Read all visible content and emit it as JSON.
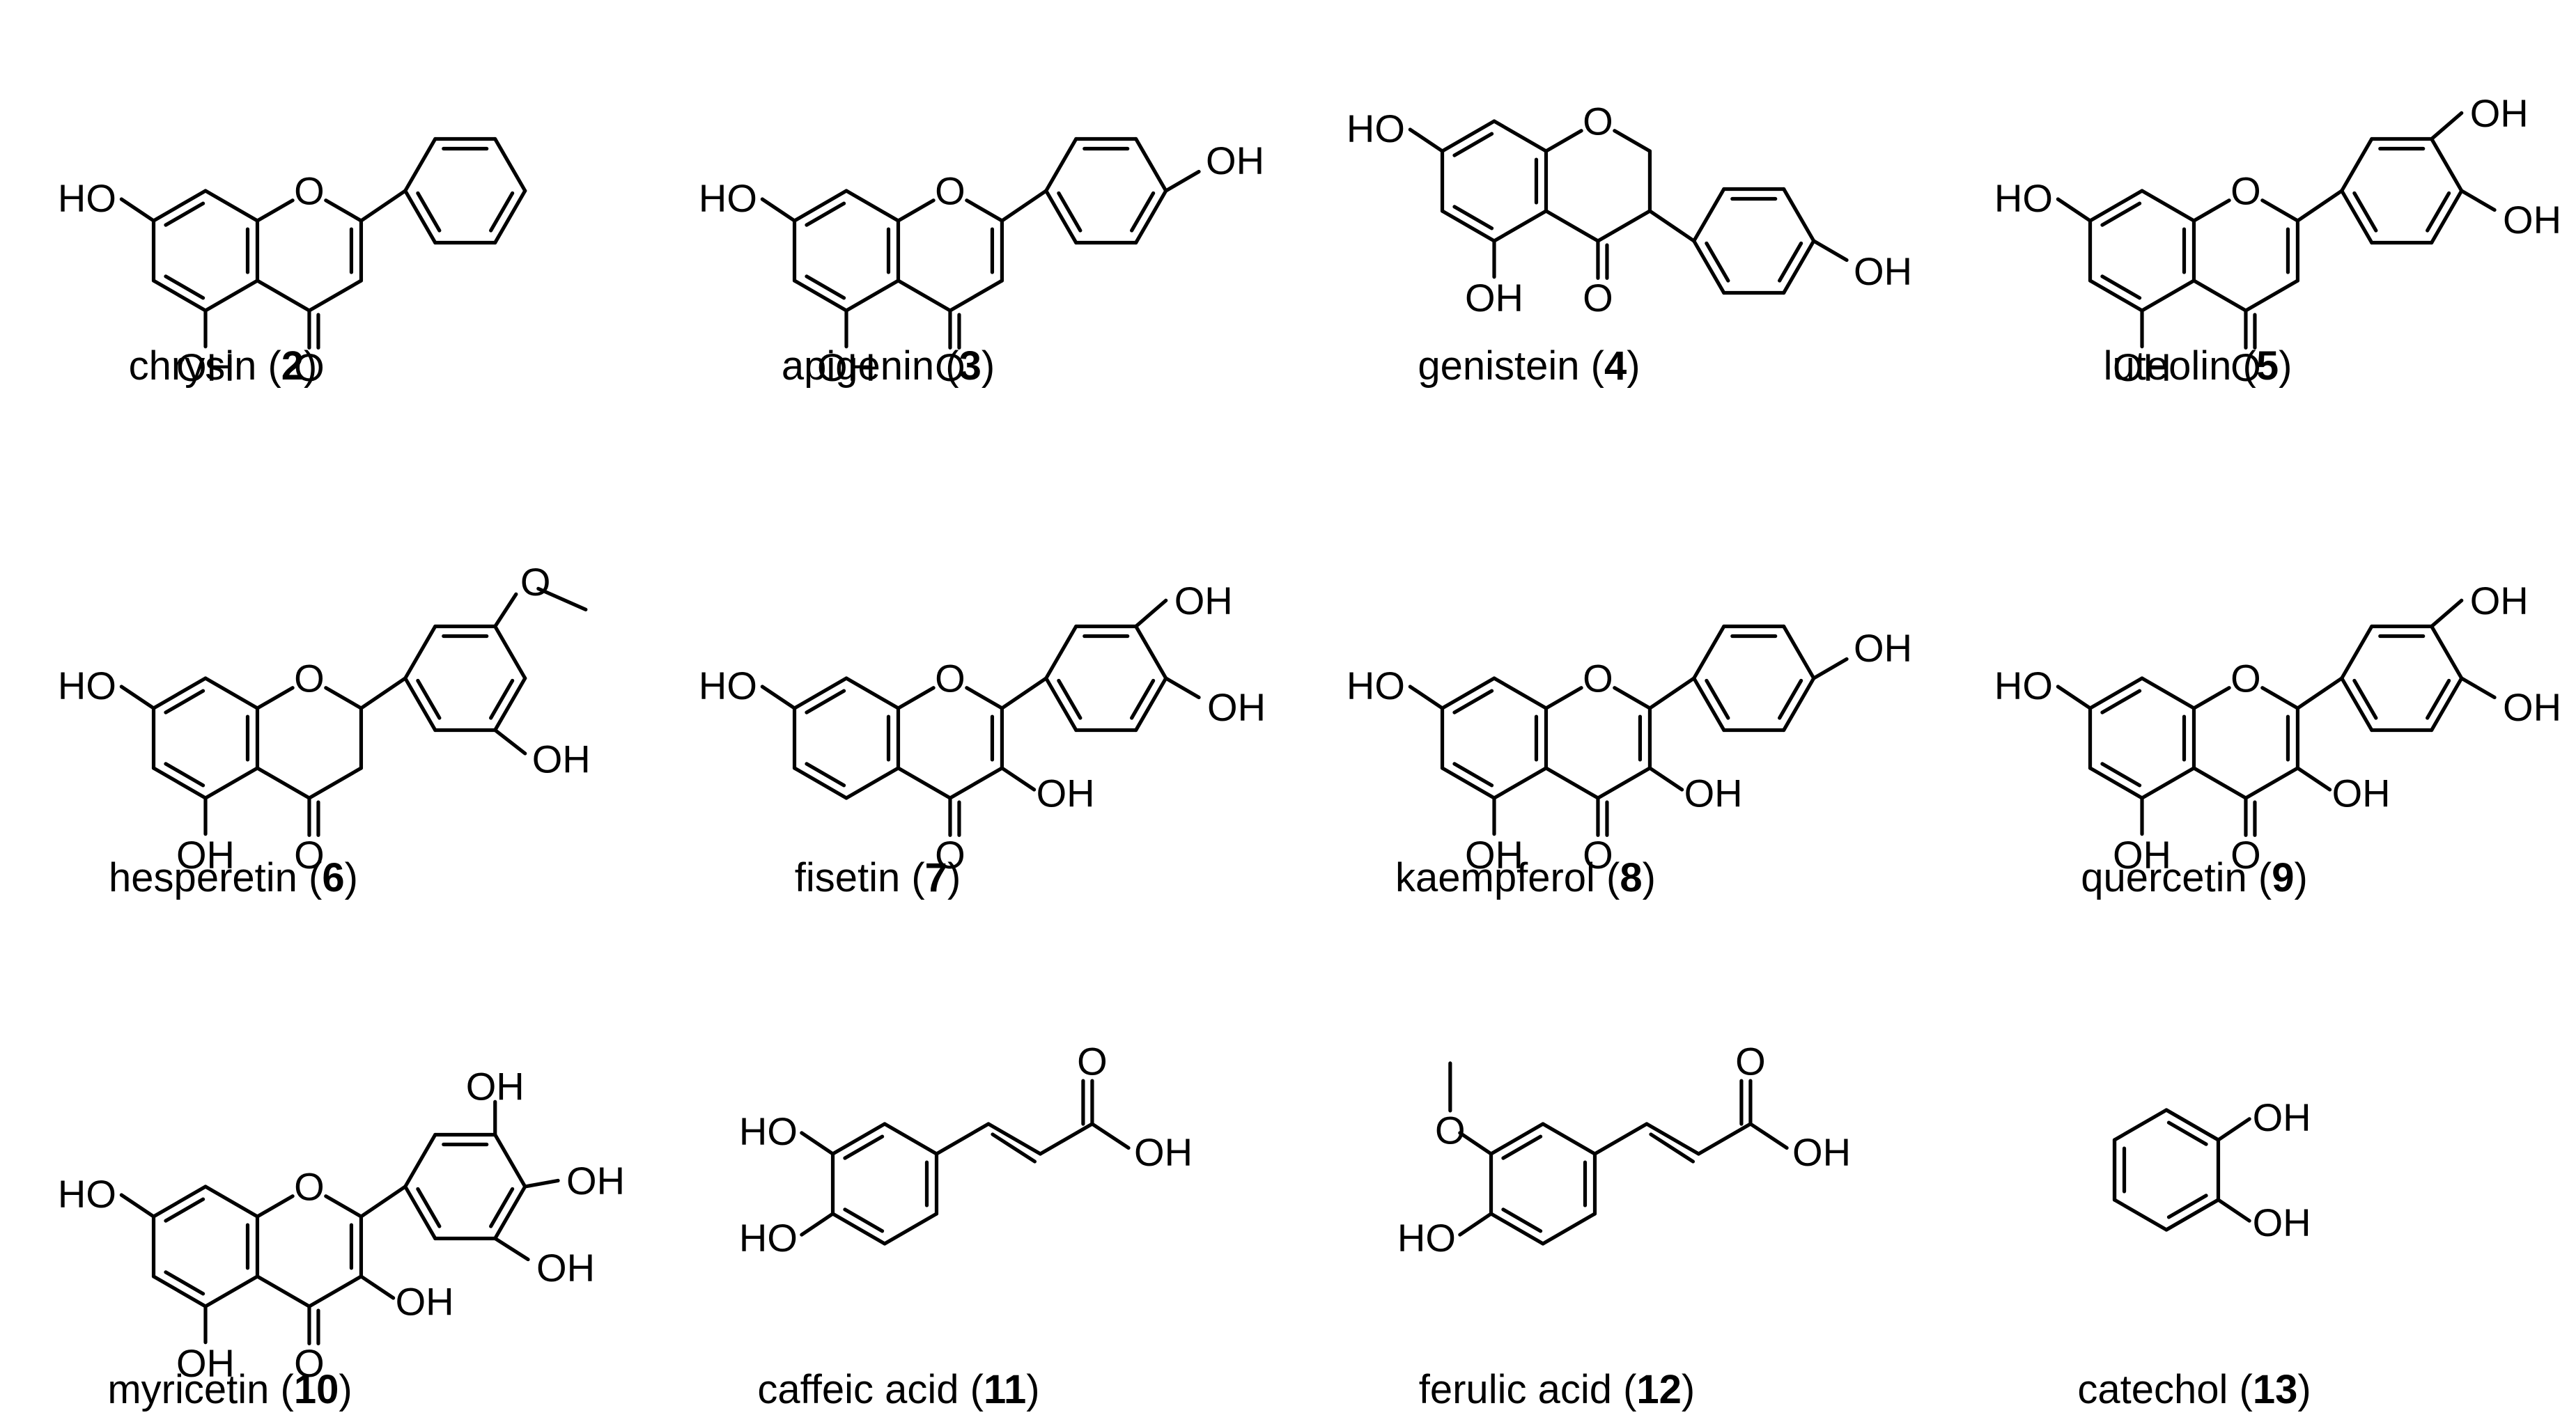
{
  "compounds": [
    {
      "name": "chrysin",
      "number": "2",
      "labels": [
        "HO",
        "OH",
        "O",
        "O"
      ]
    },
    {
      "name": "apigenin",
      "number": "3",
      "labels": [
        "HO",
        "OH",
        "O",
        "O",
        "OH"
      ]
    },
    {
      "name": "genistein",
      "number": "4",
      "labels": [
        "HO",
        "OH",
        "O",
        "O",
        "OH"
      ]
    },
    {
      "name": "luteolin",
      "number": "5",
      "labels": [
        "HO",
        "OH",
        "O",
        "O",
        "OH",
        "OH"
      ]
    },
    {
      "name": "hesperetin",
      "number": "6",
      "labels": [
        "HO",
        "OH",
        "O",
        "O",
        "OH",
        "O"
      ]
    },
    {
      "name": "fisetin",
      "number": "7",
      "labels": [
        "HO",
        "O",
        "O",
        "OH",
        "OH",
        "OH"
      ]
    },
    {
      "name": "kaempferol",
      "number": "8",
      "labels": [
        "HO",
        "OH",
        "O",
        "O",
        "OH",
        "OH"
      ]
    },
    {
      "name": "quercetin",
      "number": "9",
      "labels": [
        "HO",
        "OH",
        "O",
        "O",
        "OH",
        "OH",
        "OH"
      ]
    },
    {
      "name": "myricetin",
      "number": "10",
      "labels": [
        "HO",
        "OH",
        "O",
        "O",
        "OH",
        "OH",
        "OH",
        "OH"
      ]
    },
    {
      "name": "caffeic acid",
      "number": "11",
      "labels": [
        "HO",
        "HO",
        "O",
        "OH"
      ]
    },
    {
      "name": "ferulic acid",
      "number": "12",
      "labels": [
        "O",
        "HO",
        "O",
        "OH"
      ]
    },
    {
      "name": "catechol",
      "number": "13",
      "labels": [
        "OH",
        "OH"
      ]
    }
  ]
}
